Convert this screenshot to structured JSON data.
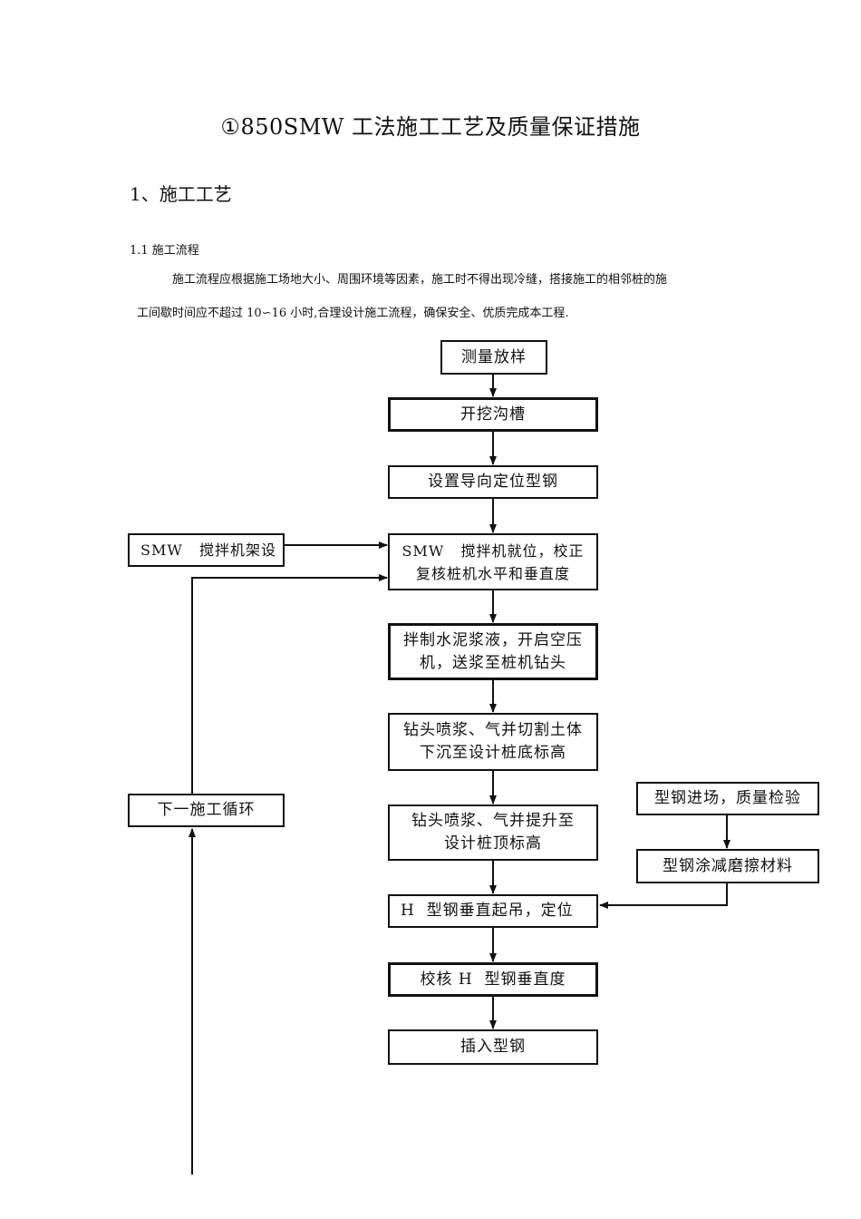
{
  "doc": {
    "title": "①850SMW 工法施工工艺及质量保证措施",
    "section": "1、施工工艺",
    "subsection": "1.1 施工流程",
    "para_line1": "施工流程应根据施工场地大小、周围环境等因素，施工时不得出现冷缝，搭接施工的相邻桩的施",
    "para_line2": "工间歇时间应不超过 10∽16 小时,合理设计施工流程，确保安全、优质完成本工程."
  },
  "flow": {
    "survey": "测量放样",
    "trench": "开挖沟槽",
    "guide": "设置导向定位型钢",
    "rig_setup": "SMW   搅拌机架设",
    "rig_pos_l1": "SMW   搅拌机就位，校正",
    "rig_pos_l2": "复核桩机水平和垂直度",
    "mix_l1": "拌制水泥浆液，开启空压",
    "mix_l2": "机，送浆至桩机钻头",
    "drill_down_l1": "钻头喷浆、气并切割土体",
    "drill_down_l2": "下沉至设计桩底标高",
    "next_cycle": "下一施工循环",
    "steel_in": "型钢进场，质量检验",
    "drill_up_l1": "钻头喷浆、气并提升至",
    "drill_up_l2": "设计桩顶标高",
    "steel_coat": "型钢涂减磨擦材料",
    "hoist": "H  型钢垂直起吊，定位",
    "verify": "校核 H  型钢垂直度",
    "insert": "插入型钢"
  }
}
